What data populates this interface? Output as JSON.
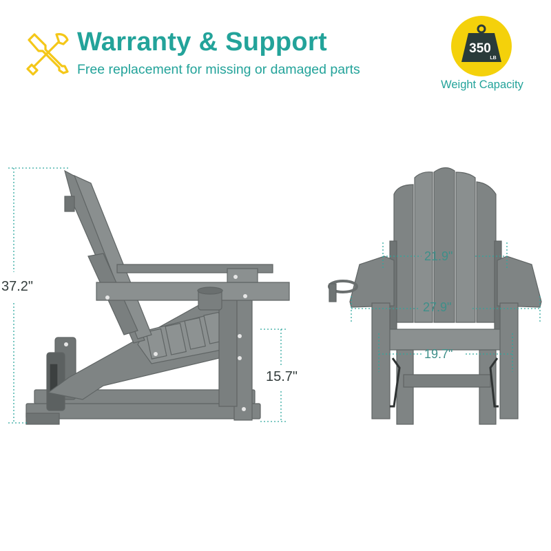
{
  "header": {
    "title": "Warranty & Support",
    "subtitle": "Free replacement for missing or damaged parts"
  },
  "capacity_badge": {
    "value": "350",
    "unit": "LB",
    "caption": "Weight Capacity"
  },
  "dimensions": {
    "height": "37.2\"",
    "seat_height": "15.7\"",
    "back_width": "21.9\"",
    "overall_width": "27.9\"",
    "seat_width": "19.7\""
  },
  "icons": {
    "tools": "wrench-screwdriver-icon",
    "weight": "weight-icon"
  },
  "colors": {
    "brand": "#23a39a",
    "badge": "#f4d10b",
    "chair": "#7f8484"
  }
}
